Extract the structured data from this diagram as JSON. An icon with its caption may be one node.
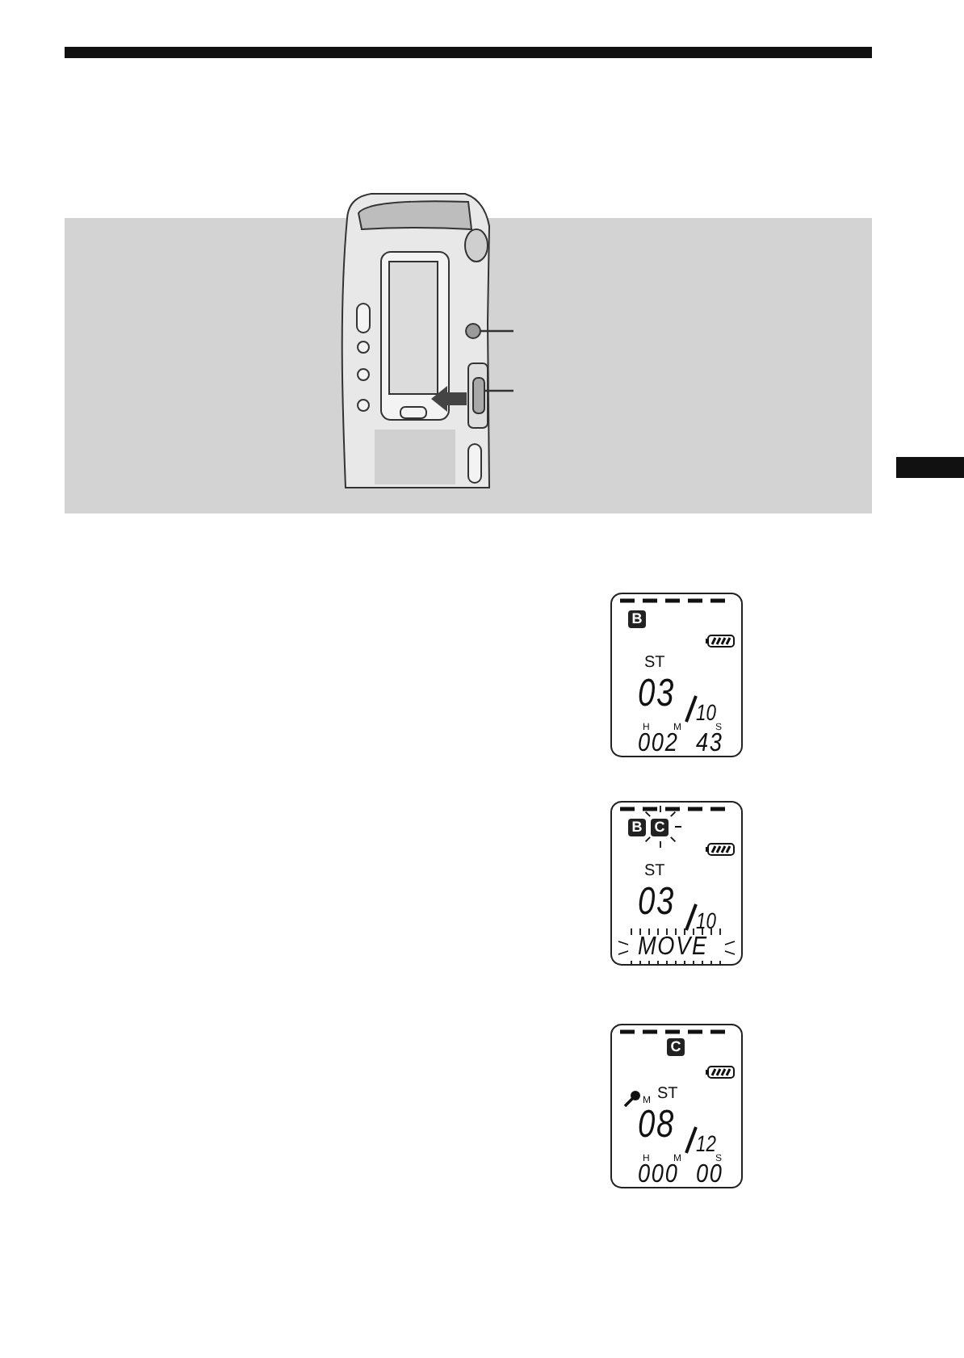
{
  "diagram": {
    "nodes": [
      {
        "text": [],
        "shape": "circle"
      },
      {
        "text": [],
        "shape": "box"
      }
    ],
    "edges": [
      {
        "from": null,
        "to": 0,
        "arrow": "none"
      },
      {
        "from": null,
        "to": 1,
        "arrow": "none"
      }
    ],
    "labels": [
      "B",
      "ST",
      "03",
      "10",
      "H",
      "M",
      "S",
      "002",
      "43",
      "B",
      "C",
      "ST",
      "03",
      "10",
      "MOVE",
      "C",
      "M",
      "ST",
      "08",
      "12",
      "H",
      "M",
      "S",
      "000",
      "00"
    ]
  }
}
